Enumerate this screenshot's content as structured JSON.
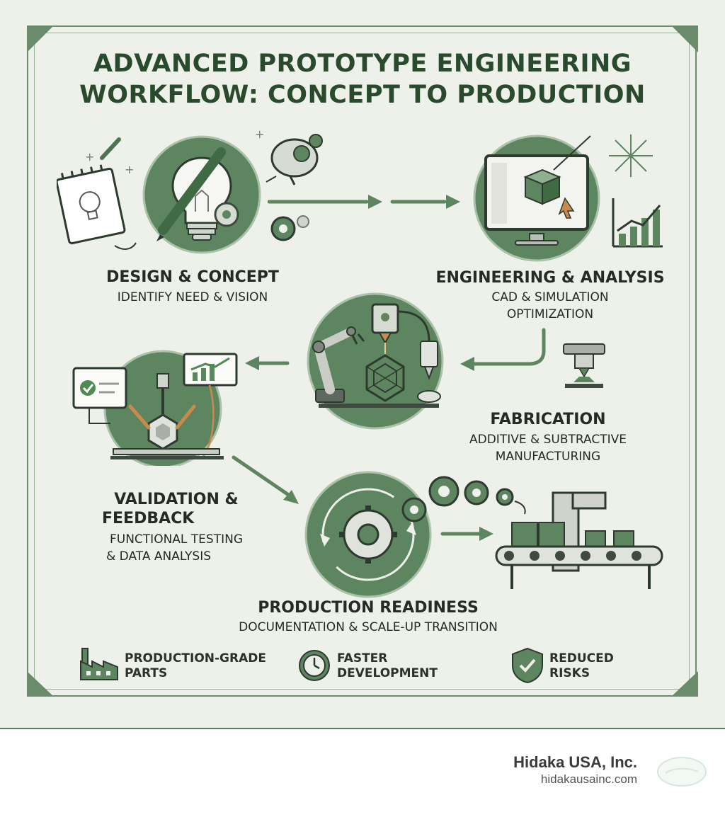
{
  "title": {
    "line1": "ADVANCED PROTOTYPE ENGINEERING",
    "line2": "WORKFLOW: CONCEPT TO PRODUCTION"
  },
  "stages": {
    "design": {
      "title": "DESIGN & CONCEPT",
      "subtitle": "IDENTIFY NEED & VISION"
    },
    "engineering": {
      "title": "ENGINEERING & ANALYSIS",
      "subtitle_line1": "CAD & SIMULATION",
      "subtitle_line2": "OPTIMIZATION"
    },
    "fabrication": {
      "title": "FABRICATION",
      "subtitle_line1": "ADDITIVE & SUBTRACTIVE",
      "subtitle_line2": "MANUFACTURING"
    },
    "validation": {
      "title_line1": "VALIDATION &",
      "title_line2": "FEEDBACK",
      "subtitle_line1": "FUNCTIONAL TESTING",
      "subtitle_line2": "& DATA ANALYSIS"
    },
    "production": {
      "title": "PRODUCTION READINESS",
      "subtitle": "DOCUMENTATION & SCALE-UP TRANSITION"
    }
  },
  "benefits": [
    {
      "line1": "PRODUCTION-GRADE",
      "line2": "PARTS",
      "icon": "factory-icon"
    },
    {
      "line1": "FASTER",
      "line2": "DEVELOPMENT",
      "icon": "clock-icon"
    },
    {
      "line1": "REDUCED",
      "line2": "RISKS",
      "icon": "shield-check-icon"
    }
  ],
  "brand": {
    "name": "Hidaka USA, Inc.",
    "url": "hidakausainc.com"
  },
  "colors": {
    "accent": "#5d8660",
    "dark_green": "#2a4a2e",
    "light_green": "#a9c2a8",
    "background": "#eef0ea"
  }
}
